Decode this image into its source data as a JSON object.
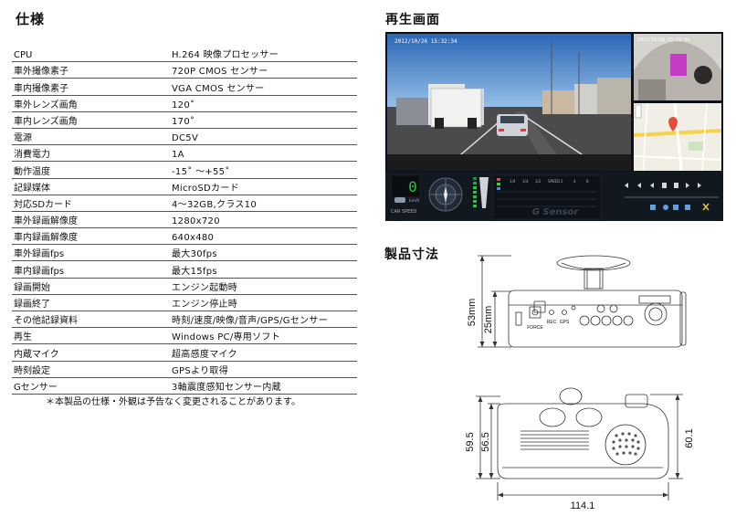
{
  "spec": {
    "title": "仕様",
    "rows": [
      {
        "key": "CPU",
        "value": "H.264 映像プロセッサー"
      },
      {
        "key": "車外撮像素子",
        "value": "720P CMOS センサー"
      },
      {
        "key": "車内撮像素子",
        "value": "VGA CMOS センサー"
      },
      {
        "key": "車外レンズ画角",
        "value": "120˚"
      },
      {
        "key": "車内レンズ画角",
        "value": "170˚"
      },
      {
        "key": "電源",
        "value": "DC5V"
      },
      {
        "key": "消費電力",
        "value": "1A"
      },
      {
        "key": "動作温度",
        "value": "-15˚ ～+55˚"
      },
      {
        "key": "記録媒体",
        "value": "MicroSDカード"
      },
      {
        "key": "対応SDカード",
        "value": "4～32GB,クラス10"
      },
      {
        "key": "車外録画解像度",
        "value": "1280x720"
      },
      {
        "key": "車内録画解像度",
        "value": "640x480"
      },
      {
        "key": "車外録画fps",
        "value": "最大30fps"
      },
      {
        "key": "車内録画fps",
        "value": "最大15fps"
      },
      {
        "key": "録画開始",
        "value": "エンジン起動時"
      },
      {
        "key": "録画終了",
        "value": "エンジン停止時"
      },
      {
        "key": "その他記録資料",
        "value": "時刻/速度/映像/音声/GPS/Gセンサー"
      },
      {
        "key": "再生",
        "value": "Windows PC/専用ソフト"
      },
      {
        "key": "内蔵マイク",
        "value": "超高感度マイク"
      },
      {
        "key": "時刻設定",
        "value": "GPSより取得"
      },
      {
        "key": "Gセンサー",
        "value": "3軸震度感知センサー内蔵"
      }
    ],
    "note": "＊本製品の仕様・外観は予告なく変更されることがあります。"
  },
  "playback": {
    "title": "再生画面",
    "main_timestamp": "2012/10/26  15:32:34",
    "inset_timestamp": "2012/10/26  15:32:34",
    "speed_digit": "0",
    "speed_unit": "km/h",
    "car_speed_label": "CAR SPEED",
    "g_sensor_label": "G Sensor",
    "speed_buttons": [
      "1/4",
      "1/4",
      "1/2",
      "SPEED",
      "2",
      "4",
      "8"
    ]
  },
  "dimensions": {
    "title": "製品寸法",
    "side_height": "53mm",
    "body_height": "25mm",
    "label_force": "FORCE",
    "label_rec": "REC",
    "label_gps": "GPS",
    "front_left_outer": "59.5",
    "front_left_inner": "56.5",
    "front_right": "60.1",
    "front_width": "114.1"
  },
  "colors": {
    "sky": "#2f78c8",
    "road": "#4a4a4a",
    "hud_green": "#22c840",
    "line_dim": "#333333"
  }
}
